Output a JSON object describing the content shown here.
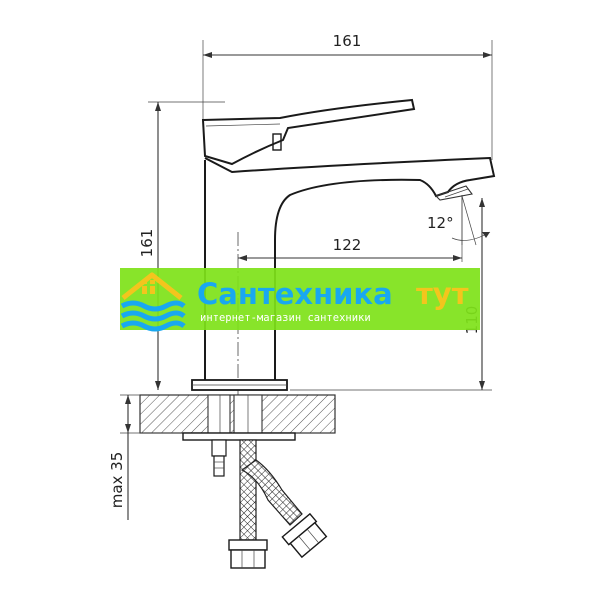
{
  "dimensions": {
    "overall_width": "161",
    "spout_reach": "122",
    "overall_height": "161",
    "spout_height": "110",
    "angle": "12°",
    "max_depth": "max 35"
  },
  "watermark": {
    "brand_main": "Сантехника",
    "brand_accent": "тут",
    "tagline": "интернет-магазин сантехники",
    "banner_color": "#7fe21a",
    "text_color": "#19a8f0",
    "accent_color": "#f3c51d"
  },
  "drawing_colors": {
    "lines": "#1a1a1a",
    "hatch": "#555555"
  }
}
